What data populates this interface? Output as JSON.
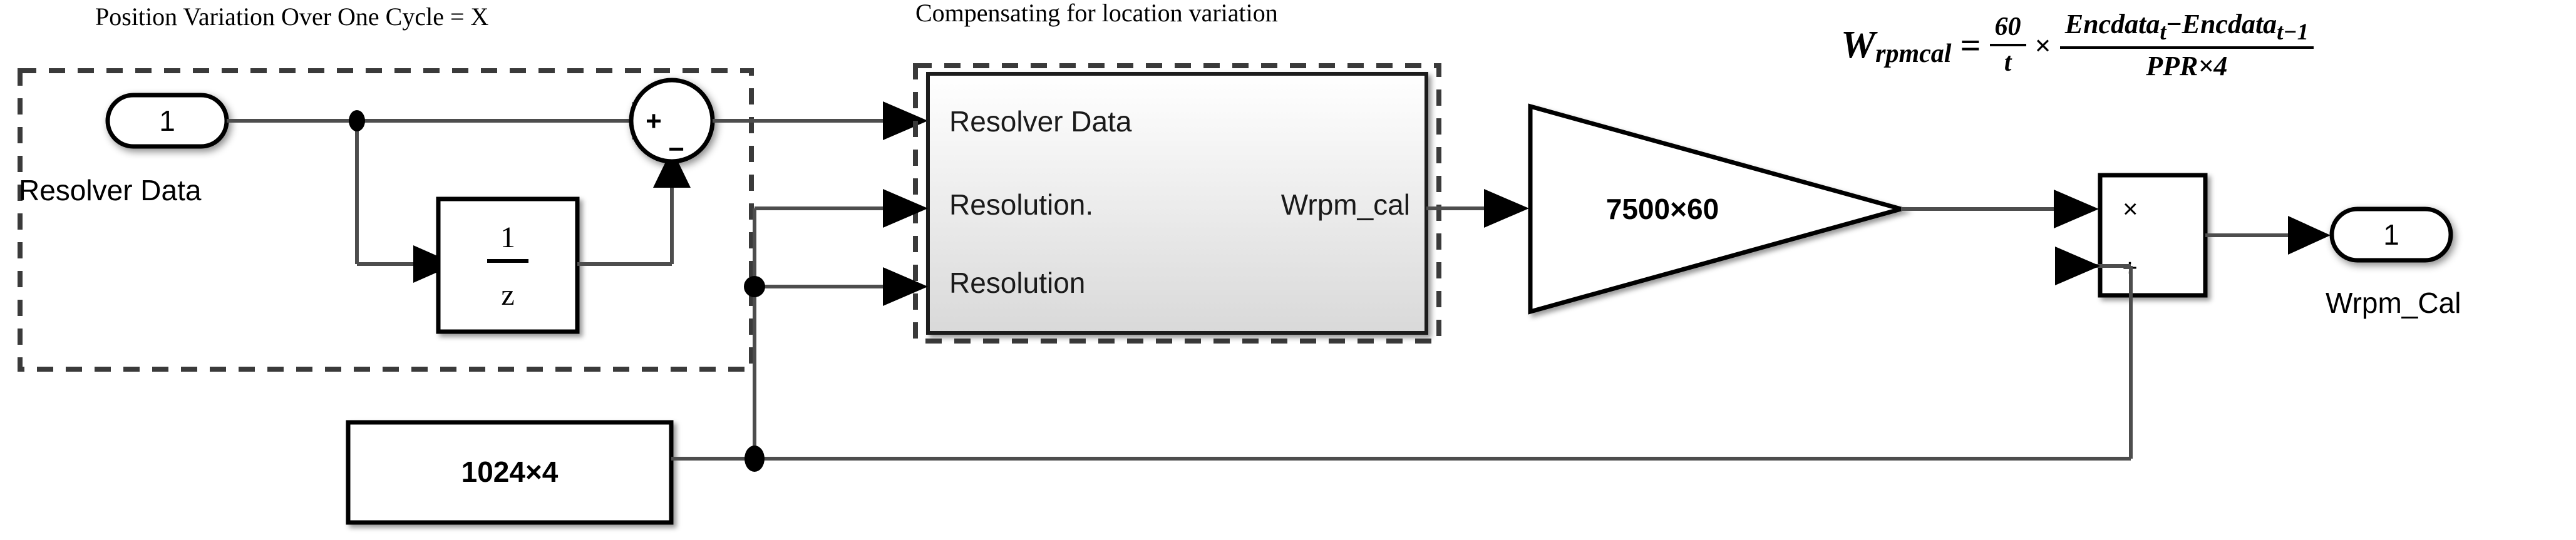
{
  "diagram": {
    "background_color": "#ffffff",
    "line_color": "#4d4d4d",
    "stroke_color": "#000000"
  },
  "annotations": {
    "left_group_title": "Position  Variation Over One Cycle = X",
    "middle_group_title": "Compensating for location variation"
  },
  "left_group": {
    "inport": {
      "number": "1",
      "caption": "Resolver Data"
    },
    "unit_delay": {
      "numerator": "1",
      "denominator": "z"
    },
    "sum_block": {
      "plus_sign": "+",
      "minus_sign": "−"
    }
  },
  "subsystem": {
    "inputs": [
      "Resolver Data",
      "Resolution.",
      "Resolution"
    ],
    "output": "Wrpm_cal"
  },
  "gain_block": {
    "label": "7500×60"
  },
  "constant_block": {
    "label": "1024×4"
  },
  "product_block": {
    "multiply_symbol": "×",
    "divide_symbol": "÷"
  },
  "outport": {
    "number": "1",
    "caption": "Wrpm_Cal"
  },
  "formula": {
    "lhs_symbol": "W",
    "lhs_subscript": "rpmcal",
    "equals": "=",
    "first_fraction": {
      "numerator": "60",
      "denominator": "t"
    },
    "times": "×",
    "second_fraction": {
      "numerator_a": "Encdata",
      "numerator_a_sub": "t",
      "numerator_minus": "−",
      "numerator_b": "Encdata",
      "numerator_b_sub": "t−1",
      "denominator": "PPR×4"
    },
    "plain_text": "W_rpmcal = 60/t × (Encdata_t − Encdata_t-1) / (PPR×4)"
  }
}
